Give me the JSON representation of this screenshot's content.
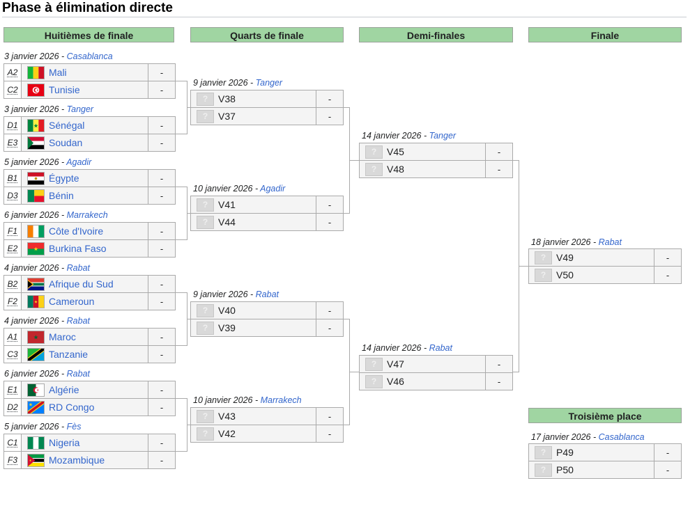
{
  "page_title": "Phase à élimination directe",
  "colors": {
    "header_green": "#a0d5a2",
    "link_blue": "#3366cc",
    "row_bg": "#f4f4f4",
    "border_gray": "#aaaaaa"
  },
  "rounds": [
    {
      "title": "Huitièmes de finale",
      "matches": [
        {
          "date": "3 janvier 2026 - ",
          "venue": "Casablanca",
          "teams": [
            {
              "seed": "A2",
              "flag": "ml",
              "name": "Mali",
              "score": "-"
            },
            {
              "seed": "C2",
              "flag": "tn",
              "name": "Tunisie",
              "score": "-"
            }
          ]
        },
        {
          "date": "3 janvier 2026 - ",
          "venue": "Tanger",
          "teams": [
            {
              "seed": "D1",
              "flag": "sn",
              "name": "Sénégal",
              "score": "-"
            },
            {
              "seed": "E3",
              "flag": "sd",
              "name": "Soudan",
              "score": "-"
            }
          ]
        },
        {
          "date": "5 janvier 2026 - ",
          "venue": "Agadir",
          "teams": [
            {
              "seed": "B1",
              "flag": "eg",
              "name": "Égypte",
              "score": "-"
            },
            {
              "seed": "D3",
              "flag": "bj",
              "name": "Bénin",
              "score": "-"
            }
          ]
        },
        {
          "date": "6 janvier 2026 - ",
          "venue": "Marrakech",
          "teams": [
            {
              "seed": "F1",
              "flag": "ci",
              "name": "Côte d'Ivoire",
              "score": "-"
            },
            {
              "seed": "E2",
              "flag": "bf",
              "name": "Burkina Faso",
              "score": "-"
            }
          ]
        },
        {
          "date": "4 janvier 2026 - ",
          "venue": "Rabat",
          "teams": [
            {
              "seed": "B2",
              "flag": "za",
              "name": "Afrique du Sud",
              "score": "-"
            },
            {
              "seed": "F2",
              "flag": "cm",
              "name": "Cameroun",
              "score": "-"
            }
          ]
        },
        {
          "date": "4 janvier 2026 - ",
          "venue": "Rabat",
          "teams": [
            {
              "seed": "A1",
              "flag": "ma",
              "name": "Maroc",
              "score": "-"
            },
            {
              "seed": "C3",
              "flag": "tz",
              "name": "Tanzanie",
              "score": "-"
            }
          ]
        },
        {
          "date": "6 janvier 2026 - ",
          "venue": "Rabat",
          "teams": [
            {
              "seed": "E1",
              "flag": "dz",
              "name": "Algérie",
              "score": "-"
            },
            {
              "seed": "D2",
              "flag": "cd",
              "name": "RD Congo",
              "score": "-"
            }
          ]
        },
        {
          "date": "5 janvier 2026 - ",
          "venue": "Fès",
          "teams": [
            {
              "seed": "C1",
              "flag": "ng",
              "name": "Nigeria",
              "score": "-"
            },
            {
              "seed": "F3",
              "flag": "mz",
              "name": "Mozambique",
              "score": "-"
            }
          ]
        }
      ]
    },
    {
      "title": "Quarts de finale",
      "matches": [
        {
          "date": "9 janvier 2026 - ",
          "venue": "Tanger",
          "teams": [
            {
              "flag": "q",
              "name": "V38",
              "score": "-"
            },
            {
              "flag": "q",
              "name": "V37",
              "score": "-"
            }
          ]
        },
        {
          "date": "10 janvier 2026 - ",
          "venue": "Agadir",
          "teams": [
            {
              "flag": "q",
              "name": "V41",
              "score": "-"
            },
            {
              "flag": "q",
              "name": "V44",
              "score": "-"
            }
          ]
        },
        {
          "date": "9 janvier 2026 - ",
          "venue": "Rabat",
          "teams": [
            {
              "flag": "q",
              "name": "V40",
              "score": "-"
            },
            {
              "flag": "q",
              "name": "V39",
              "score": "-"
            }
          ]
        },
        {
          "date": "10 janvier 2026 - ",
          "venue": "Marrakech",
          "teams": [
            {
              "flag": "q",
              "name": "V43",
              "score": "-"
            },
            {
              "flag": "q",
              "name": "V42",
              "score": "-"
            }
          ]
        }
      ]
    },
    {
      "title": "Demi-finales",
      "matches": [
        {
          "date": "14 janvier 2026 - ",
          "venue": "Tanger",
          "teams": [
            {
              "flag": "q",
              "name": "V45",
              "score": "-"
            },
            {
              "flag": "q",
              "name": "V48",
              "score": "-"
            }
          ]
        },
        {
          "date": "14 janvier 2026 - ",
          "venue": "Rabat",
          "teams": [
            {
              "flag": "q",
              "name": "V47",
              "score": "-"
            },
            {
              "flag": "q",
              "name": "V46",
              "score": "-"
            }
          ]
        }
      ]
    },
    {
      "title": "Finale",
      "matches": [
        {
          "date": "18 janvier 2026 - ",
          "venue": "Rabat",
          "teams": [
            {
              "flag": "q",
              "name": "V49",
              "score": "-"
            },
            {
              "flag": "q",
              "name": "V50",
              "score": "-"
            }
          ]
        }
      ]
    },
    {
      "title": "Troisième place",
      "matches": [
        {
          "date": "17 janvier 2026 - ",
          "venue": "Casablanca",
          "teams": [
            {
              "flag": "q",
              "name": "P49",
              "score": "-"
            },
            {
              "flag": "q",
              "name": "P50",
              "score": "-"
            }
          ]
        }
      ]
    }
  ]
}
